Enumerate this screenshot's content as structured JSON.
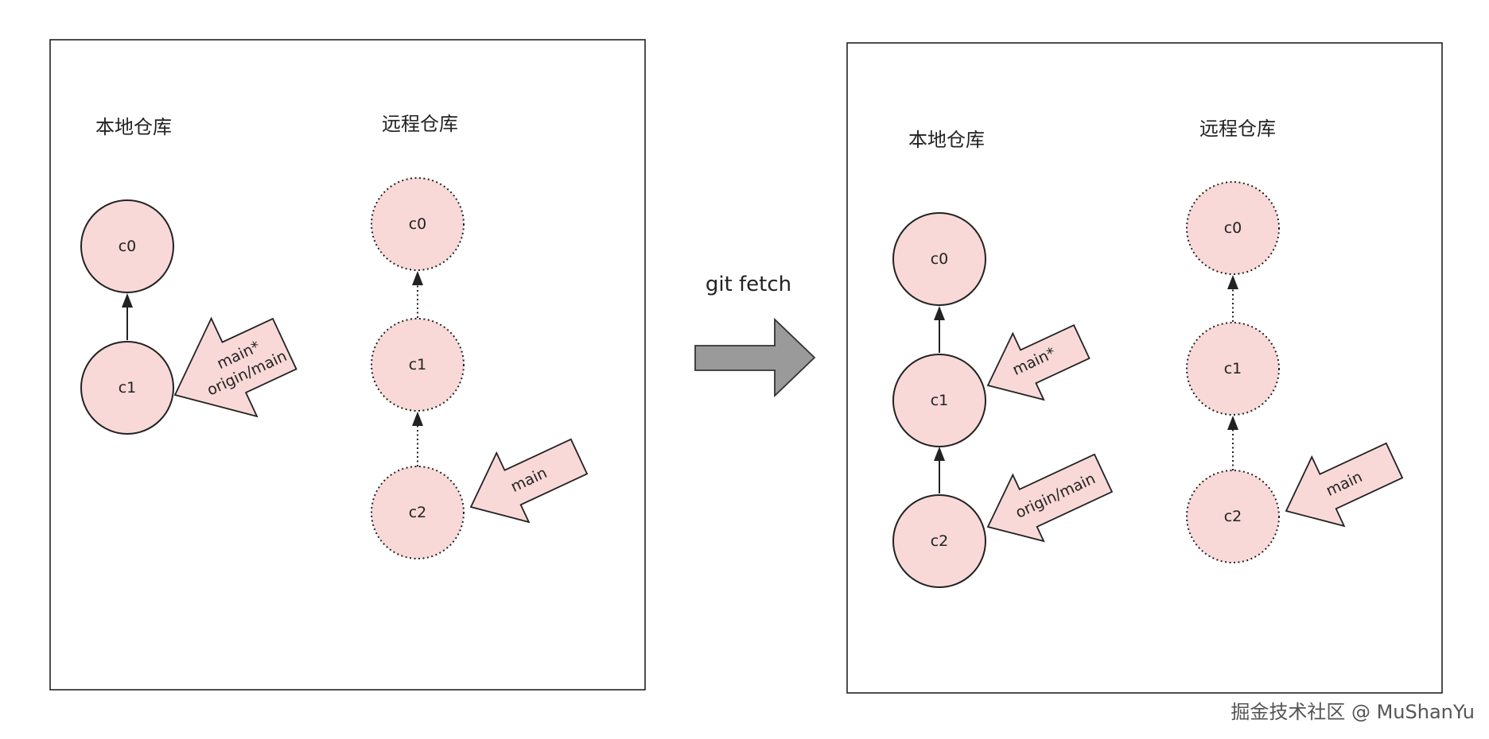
{
  "left_panel": {
    "local_title": "本地仓库",
    "remote_title": "远程仓库",
    "local_commits": [
      "c0",
      "c1"
    ],
    "local_pointer_line1": "main*",
    "local_pointer_line2": "origin/main",
    "remote_commits": [
      "c0",
      "c1",
      "c2"
    ],
    "remote_pointer": "main"
  },
  "operation": {
    "label": "git fetch"
  },
  "right_panel": {
    "local_title": "本地仓库",
    "remote_title": "远程仓库",
    "local_commits": [
      "c0",
      "c1",
      "c2"
    ],
    "local_head_pointer": "main*",
    "local_tracking_pointer": "origin/main",
    "remote_commits": [
      "c0",
      "c1",
      "c2"
    ],
    "remote_pointer": "main"
  },
  "watermark": "掘金技术社区 @ MuShanYu",
  "colors": {
    "node_fill": "#f8d9d7",
    "stroke": "#222222",
    "transition_arrow": "#9a9a9a"
  }
}
